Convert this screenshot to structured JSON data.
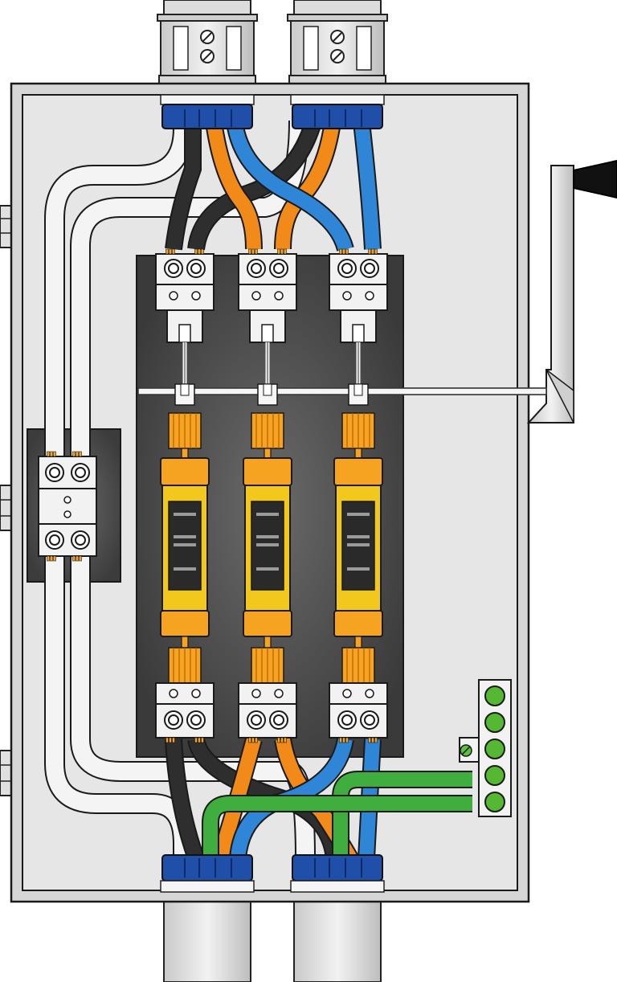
{
  "diagram": {
    "type": "fused-disconnect-switch-wiring",
    "phases": 3,
    "fuses": 3,
    "neutral_terminal_blocks": 1,
    "ground_bar_positions": 5,
    "top_conduits": 2,
    "bottom_conduits": 2,
    "has_operating_handle": true
  },
  "colors": {
    "enclosure": "#e4e4e4",
    "enclosure_outline": "#1a1a1a",
    "back_panel": "#4a4a4a",
    "conductor_black": "#2e2e2e",
    "conductor_orange": "#f28a1a",
    "conductor_blue": "#2f86d6",
    "conductor_white": "#f4f4f4",
    "conductor_green": "#3fae3f",
    "fuse_body": "#f2c81c",
    "fuse_cap": "#f5a321",
    "connector_blue": "#1f4fa8",
    "ground_bar": "#55b833",
    "handle": "#111111"
  }
}
